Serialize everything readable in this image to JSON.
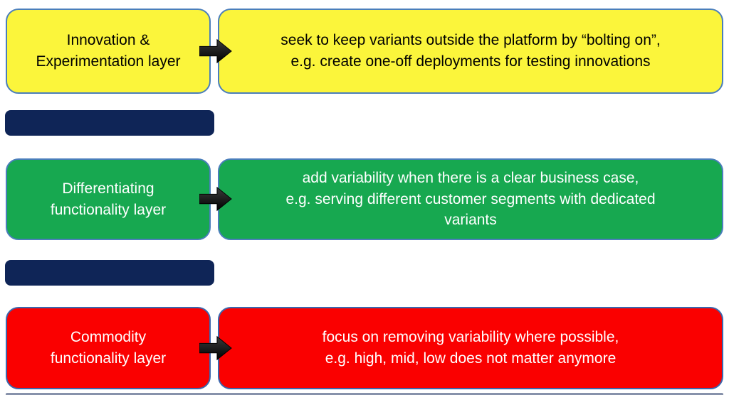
{
  "diagram": {
    "layers": [
      {
        "id": "innovation-experimentation",
        "label": "Innovation &\nExperimentation layer",
        "description": "seek to keep variants outside the platform by “bolting on”,\ne.g. create one-off deployments for testing innovations",
        "fill_color": "#fbf53b",
        "border_color": "#4a7ebb",
        "text_color": "#000000"
      },
      {
        "id": "differentiating-functionality",
        "label": "Differentiating\nfunctionality layer",
        "description": "add variability when there is a clear business case,\ne.g. serving different customer segments with dedicated\nvariants",
        "fill_color": "#17a850",
        "border_color": "#4a7ebb",
        "text_color": "#ffffff"
      },
      {
        "id": "commodity-functionality",
        "label": "Commodity\nfunctionality layer",
        "description": "focus on removing variability where possible,\ne.g. high, mid, low does not matter anymore",
        "fill_color": "#fa0000",
        "border_color": "#3b66ad",
        "text_color": "#ffffff"
      }
    ],
    "separator_color": "#0f2557",
    "arrow_color": "#000000"
  }
}
